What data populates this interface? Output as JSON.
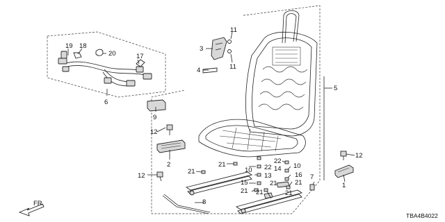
{
  "diagram": {
    "code": "TBA4B4022",
    "front_label": "FR.",
    "callouts": {
      "c1": "1",
      "c2": "2",
      "c3": "3",
      "c4": "4",
      "c5": "5",
      "c6": "6",
      "c7": "7",
      "c8": "8",
      "c9": "9",
      "c10a": "10",
      "c10b": "10",
      "c11a": "11",
      "c11b": "11",
      "c12a": "12",
      "c12b": "12",
      "c12c": "12",
      "c13": "13",
      "c14": "14",
      "c15": "15",
      "c16": "16",
      "c17": "17",
      "c18": "18",
      "c19": "19",
      "c20": "20",
      "c21a": "21",
      "c21b": "21",
      "c21c": "21",
      "c21d": "21",
      "c21e": "21",
      "c21f": "21",
      "c21g": "21",
      "c22a": "22",
      "c22b": "22"
    }
  }
}
